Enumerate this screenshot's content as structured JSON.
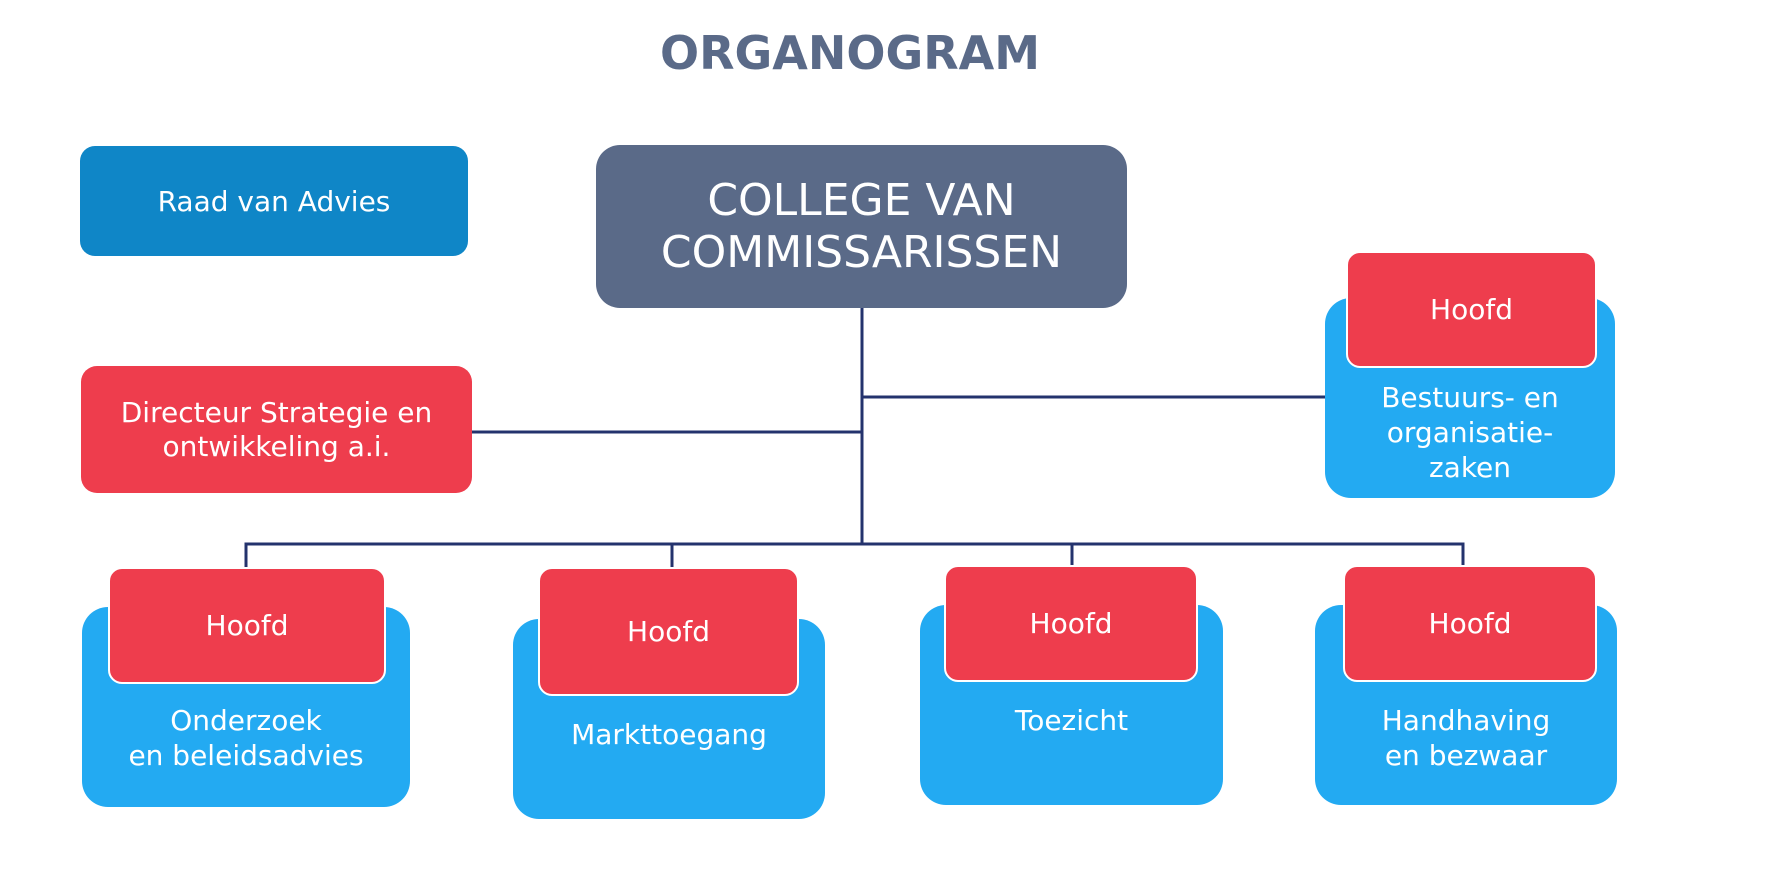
{
  "title": "ORGANOGRAM",
  "advisory_board": "Raad van Advies",
  "college": "COLLEGE VAN\nCOMMISSARISSEN",
  "director": "Directeur Strategie en\nontwikkeling a.i.",
  "units": [
    {
      "head": "Hoofd",
      "name": "Bestuurs- en\norganisatie-\nzaken"
    },
    {
      "head": "Hoofd",
      "name": "Onderzoek\nen beleidsadvies"
    },
    {
      "head": "Hoofd",
      "name": "Markttoegang"
    },
    {
      "head": "Hoofd",
      "name": "Toezicht"
    },
    {
      "head": "Hoofd",
      "name": "Handhaving\nen bezwaar"
    }
  ],
  "colors": {
    "title": "#5a6a88",
    "college": "#5a6a88",
    "advisory": "#0f86c7",
    "head": "#ee3d4d",
    "unit": "#23aaf2",
    "connector": "#24336d"
  }
}
